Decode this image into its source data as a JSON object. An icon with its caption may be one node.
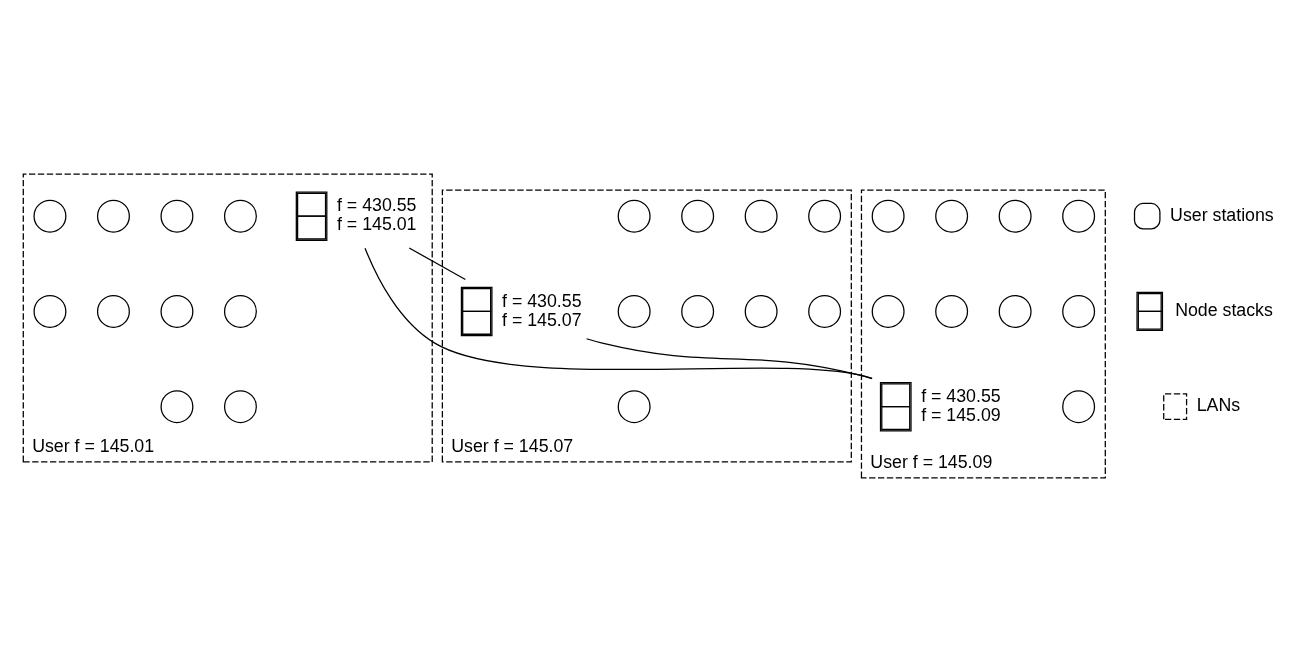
{
  "diagram": {
    "nodes": [
      {
        "text": [
          "User f = 145.01"
        ]
      },
      {
        "text": [],
        "shape": "box",
        "in": 0,
        "beside": [
          "f = 430.55",
          "f = 145.01"
        ]
      },
      {
        "text": [],
        "shape": "circle",
        "in": 0
      },
      {
        "text": [],
        "shape": "circle",
        "in": 0
      },
      {
        "text": [],
        "shape": "circle",
        "in": 0
      },
      {
        "text": [],
        "shape": "circle",
        "in": 0
      },
      {
        "text": [],
        "shape": "circle",
        "in": 0
      },
      {
        "text": [],
        "shape": "circle",
        "in": 0
      },
      {
        "text": [],
        "shape": "circle",
        "in": 0
      },
      {
        "text": [],
        "shape": "circle",
        "in": 0
      },
      {
        "text": [],
        "shape": "circle",
        "in": 0
      },
      {
        "text": [],
        "shape": "circle",
        "in": 0
      },
      {
        "text": [
          "User f = 145.07"
        ]
      },
      {
        "text": [],
        "shape": "box",
        "in": 12,
        "beside": [
          "f = 430.55",
          "f = 145.07"
        ]
      },
      {
        "text": [],
        "shape": "circle",
        "in": 12
      },
      {
        "text": [],
        "shape": "circle",
        "in": 12
      },
      {
        "text": [],
        "shape": "circle",
        "in": 12
      },
      {
        "text": [],
        "shape": "circle",
        "in": 12
      },
      {
        "text": [],
        "shape": "circle",
        "in": 12
      },
      {
        "text": [],
        "shape": "circle",
        "in": 12
      },
      {
        "text": [],
        "shape": "circle",
        "in": 12
      },
      {
        "text": [],
        "shape": "circle",
        "in": 12
      },
      {
        "text": [],
        "shape": "circle",
        "in": 12
      },
      {
        "text": [
          "User f = 145.09"
        ]
      },
      {
        "text": [],
        "shape": "box",
        "in": 23,
        "beside": [
          "f = 430.55",
          "f = 145.09"
        ]
      },
      {
        "text": [],
        "shape": "circle",
        "in": 23
      },
      {
        "text": [],
        "shape": "circle",
        "in": 23
      },
      {
        "text": [],
        "shape": "circle",
        "in": 23
      },
      {
        "text": [],
        "shape": "circle",
        "in": 23
      },
      {
        "text": [],
        "shape": "circle",
        "in": 23
      },
      {
        "text": [],
        "shape": "circle",
        "in": 23
      },
      {
        "text": [],
        "shape": "circle",
        "in": 23
      },
      {
        "text": [],
        "shape": "circle",
        "in": 23
      },
      {
        "text": [],
        "shape": "circle",
        "in": 23
      }
    ],
    "edges": [
      {
        "from": 1,
        "to": 13,
        "arrow": "none"
      },
      {
        "from": 1,
        "to": 24,
        "arrow": "none"
      },
      {
        "from": 13,
        "to": 24,
        "arrow": "none"
      }
    ],
    "legend": [
      {
        "text": "User stations"
      },
      {
        "text": "Node stacks"
      },
      {
        "text": "LANs"
      }
    ]
  }
}
